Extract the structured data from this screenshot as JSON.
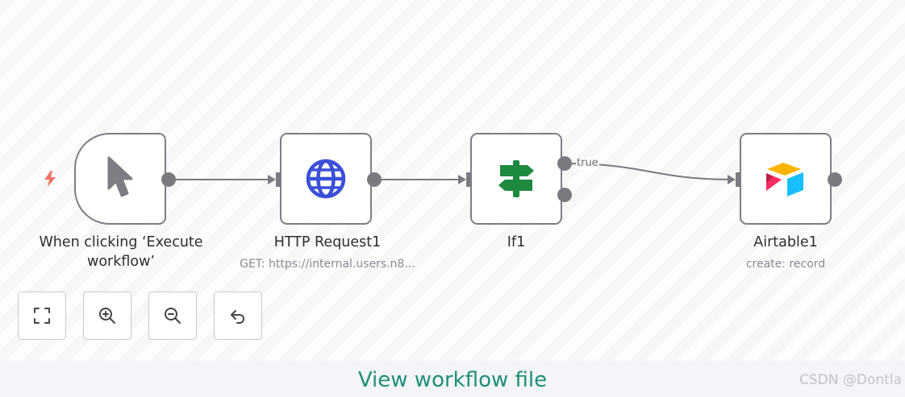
{
  "nodes": {
    "trigger": {
      "label": "When clicking ‘Execute workflow’"
    },
    "http": {
      "label": "HTTP Request1",
      "subtitle": "GET: https://internal.users.n8..."
    },
    "if": {
      "label": "If1"
    },
    "airtable": {
      "label": "Airtable1",
      "subtitle": "create: record"
    }
  },
  "edges": {
    "true_label": "true"
  },
  "controls": [
    {
      "icon": "fit-view-icon"
    },
    {
      "icon": "zoom-in-icon"
    },
    {
      "icon": "zoom-out-icon"
    },
    {
      "icon": "undo-icon"
    }
  ],
  "footer": {
    "link": "View workflow file",
    "watermark": "CSDN @Dontla"
  },
  "colors": {
    "node_border": "#7d7d86",
    "handle": "#7a7a80",
    "edge": "#7a7a80",
    "trigger_bolt": "#f07167",
    "http_icon": "#3c4fd8",
    "if_icon": "#1e8a3f",
    "link": "#1f8f77"
  }
}
